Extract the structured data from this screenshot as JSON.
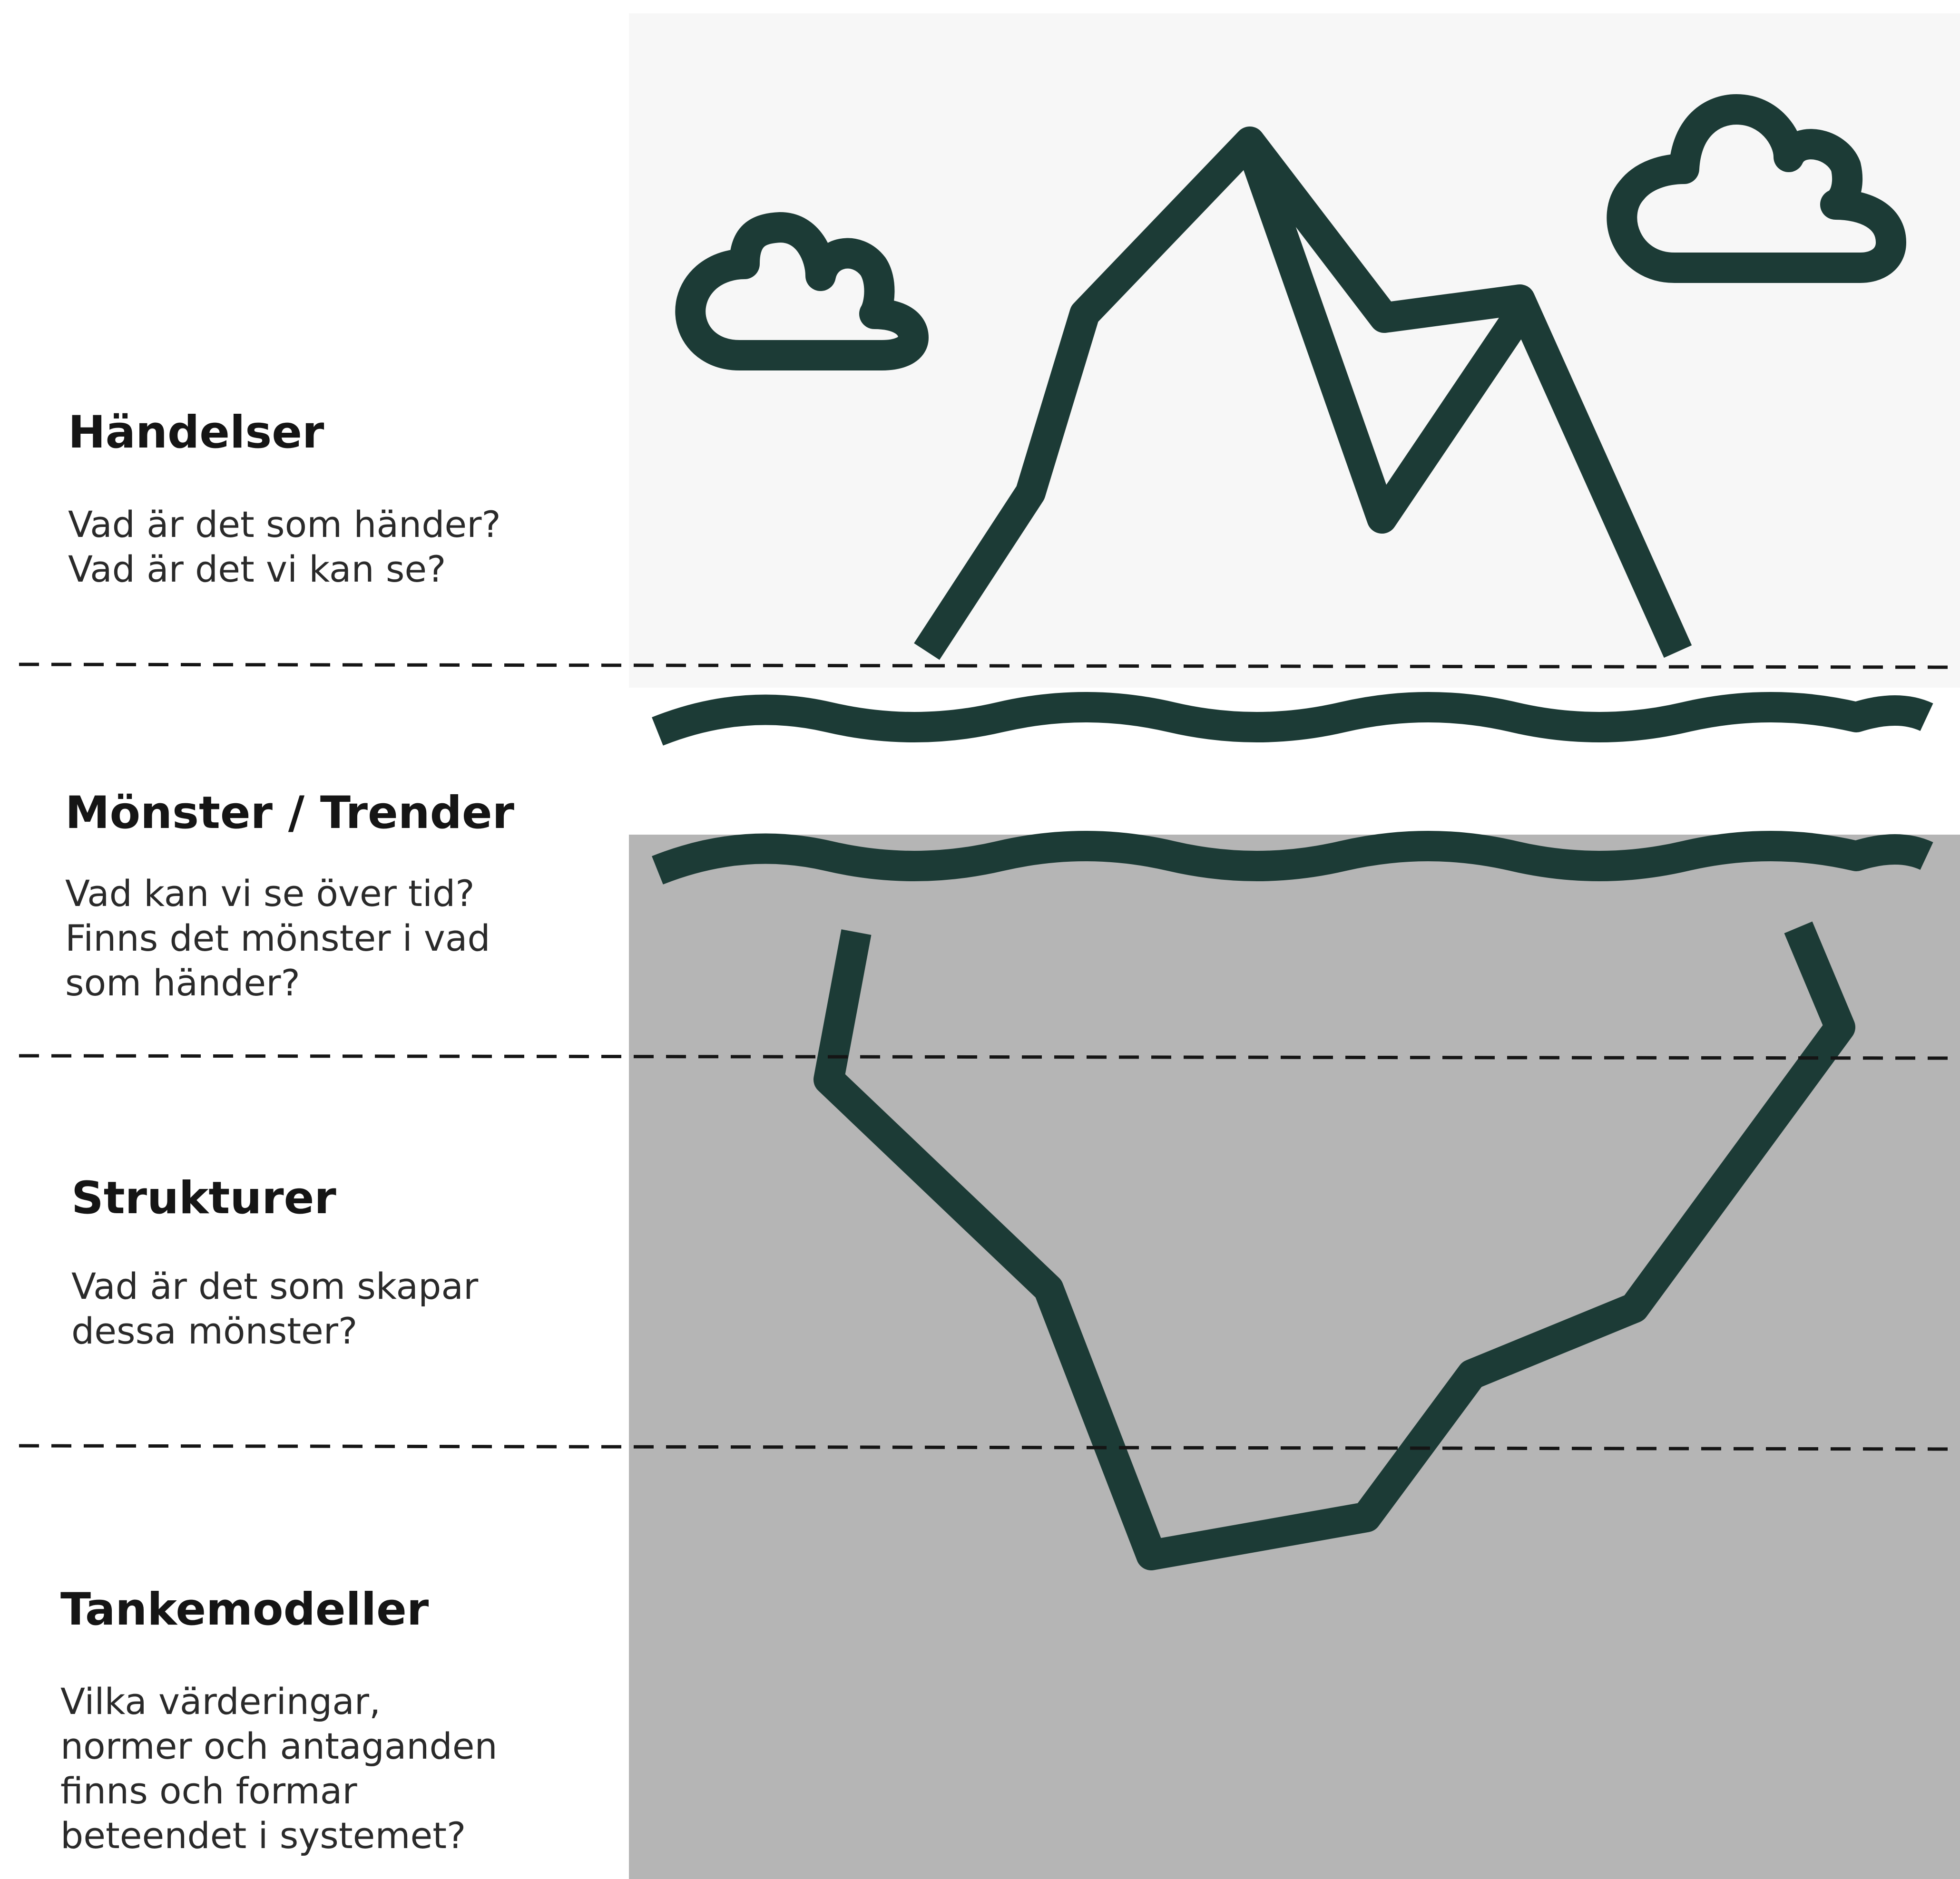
{
  "colors": {
    "sky": "#f7f7f7",
    "water": "#b5b5b5",
    "stroke": "#1c3b36",
    "dash": "#151515"
  },
  "levels": [
    {
      "title": "Händelser",
      "lines": [
        "Vad är det som händer?",
        "Vad är det vi kan se?"
      ]
    },
    {
      "title": "Mönster / Trender",
      "lines": [
        "Vad kan vi se över tid?",
        "Finns det mönster i vad",
        "som händer?"
      ]
    },
    {
      "title": "Strukturer",
      "lines": [
        "Vad är det som skapar",
        "dessa mönster?"
      ]
    },
    {
      "title": "Tankemodeller",
      "lines": [
        "Vilka värderingar,",
        "normer och antaganden",
        "finns och formar",
        "beteendet i systemet?"
      ]
    }
  ],
  "icons": [
    "cloud-icon",
    "cloud-icon",
    "mountain-icon",
    "wave-icon",
    "wave-icon",
    "iceberg-base-icon"
  ]
}
